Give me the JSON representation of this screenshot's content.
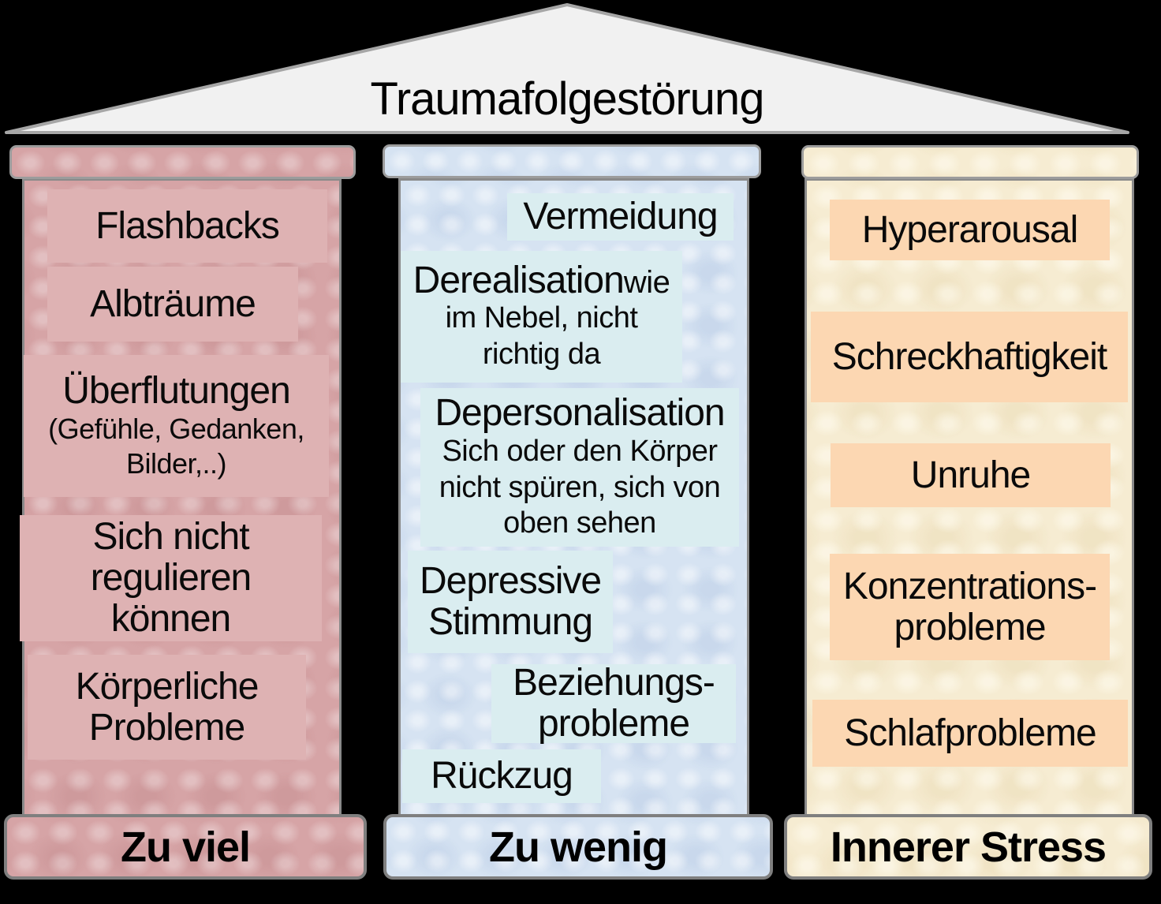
{
  "title": "Traumafolgestörung",
  "palette": {
    "background": "#000000",
    "roof_fill": "#f1f1f1",
    "roof_border": "#a6a6a6",
    "pillar_border": "#8a8a8a",
    "left_pillar_fill": "#d6a4a6",
    "left_item_box": "#deb2b3",
    "middle_pillar_fill": "#d6e3f2",
    "middle_item_box": "#daedf0",
    "right_pillar_fill": "#f6ecd2",
    "right_item_box": "#fcd7b2",
    "text": "#000000"
  },
  "pillars": [
    {
      "id": "zu-viel",
      "base_label": "Zu viel",
      "items": [
        {
          "text": "Flashbacks"
        },
        {
          "text": "Albträume"
        },
        {
          "text": "Überflutungen",
          "sub": "(Gefühle, Gedanken,\nBilder,..)"
        },
        {
          "text": "Sich nicht\nregulieren\nkönnen"
        },
        {
          "text": "Körperliche\nProbleme"
        }
      ]
    },
    {
      "id": "zu-wenig",
      "base_label": "Zu wenig",
      "items": [
        {
          "text": "Vermeidung"
        },
        {
          "text": "Derealisation",
          "suffix": "wie",
          "sub": "im Nebel, nicht\nrichtig da"
        },
        {
          "text": "Depersonalisation",
          "sub": "Sich oder den Körper\nnicht spüren, sich von\noben sehen"
        },
        {
          "text": "Depressive\nStimmung"
        },
        {
          "text": "Beziehungs-\nprobleme"
        },
        {
          "text": "Rückzug"
        }
      ]
    },
    {
      "id": "innerer-stress",
      "base_label": "Innerer Stress",
      "items": [
        {
          "text": "Hyperarousal"
        },
        {
          "text": "Schreckhaftigkeit"
        },
        {
          "text": "Unruhe"
        },
        {
          "text": "Konzentrations-\nprobleme"
        },
        {
          "text": "Schlafprobleme"
        }
      ]
    }
  ]
}
